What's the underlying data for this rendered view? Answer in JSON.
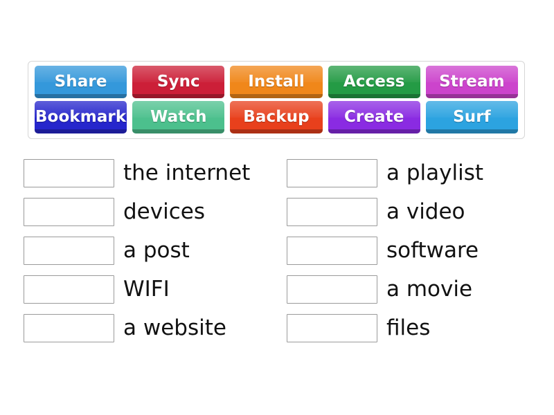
{
  "page": {
    "background_color": "#ffffff",
    "activity_type": "drag-and-drop matching"
  },
  "tile_tray": {
    "border_color": "#d6d6d6",
    "rows": [
      [
        {
          "label": "Share",
          "color": "#3498db"
        },
        {
          "label": "Sync",
          "color": "#cc1f38"
        },
        {
          "label": "Install",
          "color": "#f0871a"
        },
        {
          "label": "Access",
          "color": "#249b45"
        },
        {
          "label": "Stream",
          "color": "#cc44cc"
        }
      ],
      [
        {
          "label": "Bookmark",
          "color": "#2626cc"
        },
        {
          "label": "Watch",
          "color": "#4cc08d"
        },
        {
          "label": "Backup",
          "color": "#e8401c"
        },
        {
          "label": "Create",
          "color": "#8a2be2"
        },
        {
          "label": "Surf",
          "color": "#2ca3e0"
        }
      ]
    ]
  },
  "questions": {
    "left_column": [
      {
        "answer": "",
        "text": "the internet"
      },
      {
        "answer": "",
        "text": "devices"
      },
      {
        "answer": "",
        "text": "a post"
      },
      {
        "answer": "",
        "text": "WIFI"
      },
      {
        "answer": "",
        "text": "a website"
      }
    ],
    "right_column": [
      {
        "answer": "",
        "text": "a playlist"
      },
      {
        "answer": "",
        "text": "a video"
      },
      {
        "answer": "",
        "text": "software"
      },
      {
        "answer": "",
        "text": "a movie"
      },
      {
        "answer": "",
        "text": "files"
      }
    ]
  }
}
